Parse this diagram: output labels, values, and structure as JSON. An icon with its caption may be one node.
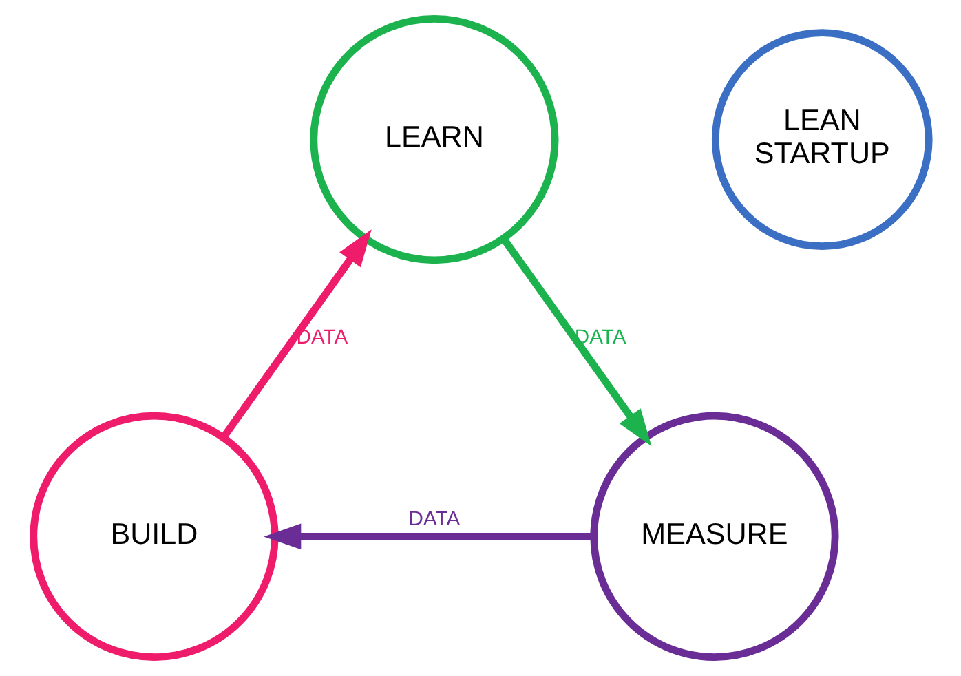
{
  "diagram": {
    "nodes": [
      {
        "text": [
          "LEARN"
        ]
      },
      {
        "text": [
          "LEAN STARTUP"
        ]
      },
      {
        "text": [
          "BUILD"
        ]
      },
      {
        "text": [
          "MEASURE"
        ]
      }
    ],
    "edges": [
      {
        "from": 2,
        "to": 0,
        "arrow": "to",
        "label": "DATA",
        "color": "#ee1c6a"
      },
      {
        "from": 0,
        "to": 3,
        "arrow": "to",
        "label": "DATA",
        "color": "#1cb34f"
      },
      {
        "from": 3,
        "to": 2,
        "arrow": "to",
        "label": "DATA",
        "color": "#6a2d96"
      }
    ]
  }
}
